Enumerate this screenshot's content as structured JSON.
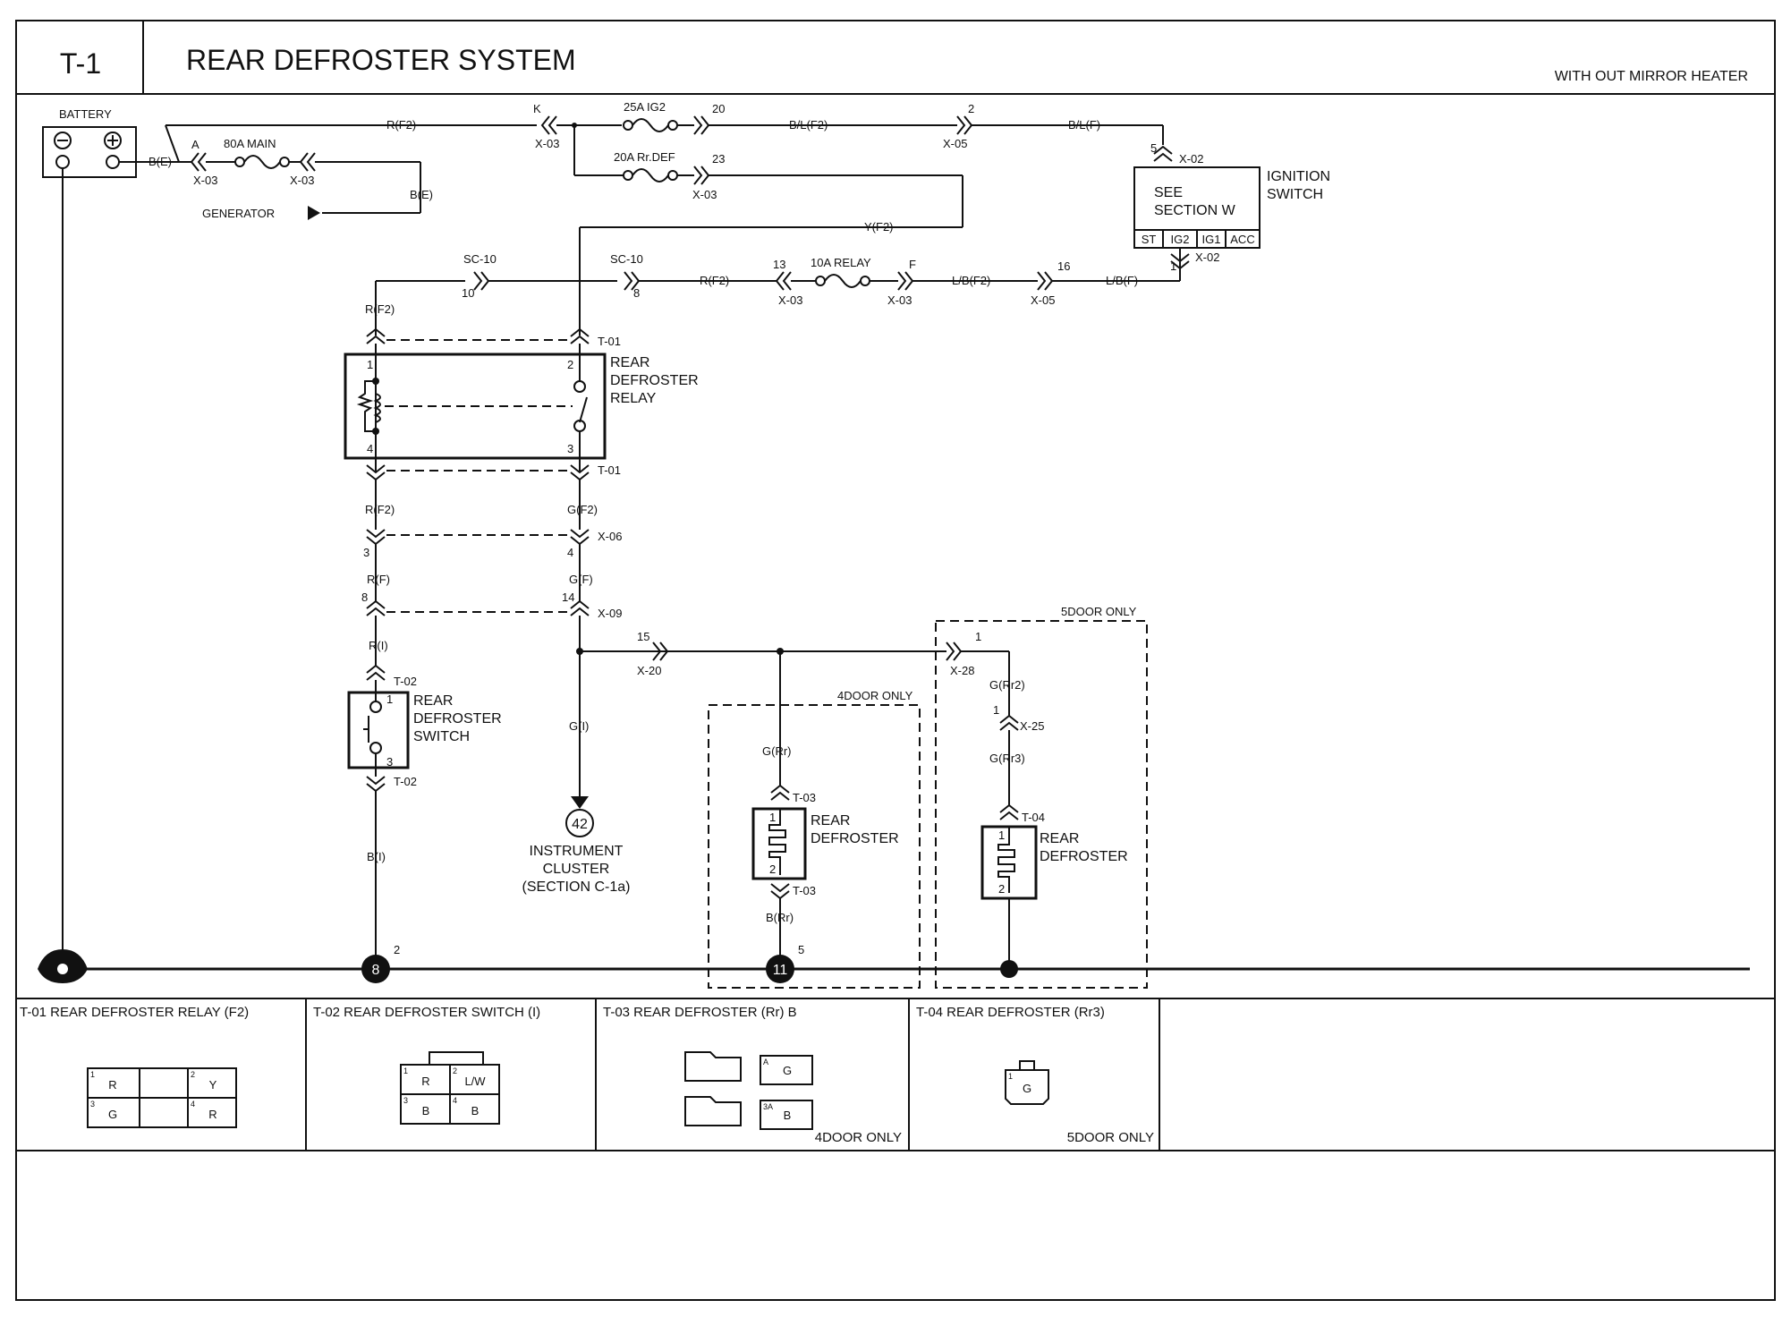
{
  "header": {
    "code": "T-1",
    "title": "REAR DEFROSTER SYSTEM",
    "note": "WITH OUT MIRROR HEATER"
  },
  "components": {
    "battery": "BATTERY",
    "fuse_main": "80A MAIN",
    "generator": "GENERATOR",
    "fuse_ig2": "25A IG2",
    "fuse_rrdef": "20A Rr.DEF",
    "fuse_relay": "10A RELAY",
    "ignition_switch": [
      "IGNITION",
      "SWITCH"
    ],
    "see_section": [
      "SEE",
      "SECTION W"
    ],
    "ign_positions": [
      "ST",
      "IG2",
      "IG1",
      "ACC"
    ],
    "relay": [
      "REAR",
      "DEFROSTER",
      "RELAY"
    ],
    "switch": [
      "REAR",
      "DEFROSTER",
      "SWITCH"
    ],
    "instrument": [
      "INSTRUMENT",
      "CLUSTER",
      "(SECTION C-1a)"
    ],
    "instrument_num": "42",
    "rear_def_4d": [
      "REAR",
      "DEFROSTER"
    ],
    "rear_def_5d": [
      "REAR",
      "DEFROSTER"
    ],
    "region_4door": "4DOOR ONLY",
    "region_5door": "5DOOR ONLY",
    "ground_8": "8",
    "ground_11": "11",
    "ground_pin_2": "2",
    "ground_pin_5": "5"
  },
  "wire_labels": {
    "r_f2_top": "R(F2)",
    "b_e_1": "B(E)",
    "b_e_2": "B(E)",
    "bl_f2": "B/L(F2)",
    "bl_f": "B/L(F)",
    "y_f2": "Y(F2)",
    "r_f2_mid": "R(F2)",
    "lb_f2": "L/B(F2)",
    "lb_f": "L/B(F)",
    "r_f2_left": "R(F2)",
    "r_f2_lower": "R(F2)",
    "g_f2": "G(F2)",
    "r_f": "R(F)",
    "g_f": "G(F)",
    "r_i": "R(I)",
    "b_i": "B(I)",
    "g_i": "G(I)",
    "g_rr": "G(Rr)",
    "b_rr": "B(Rr)",
    "g_rr2": "G(Rr2)",
    "g_rr3": "G(Rr3)"
  },
  "connector_labels": {
    "x03a": "X-03",
    "x03b": "X-03",
    "x03c": "X-03",
    "x03d": "X-03",
    "x03e": "X-03",
    "x03f": "X-03",
    "x05a": "X-05",
    "x05b": "X-05",
    "x02a": "X-02",
    "x02b": "X-02",
    "sc10a": "SC-10",
    "sc10b": "SC-10",
    "t01a": "T-01",
    "t01b": "T-01",
    "x06": "X-06",
    "x09": "X-09",
    "t02a": "T-02",
    "t02b": "T-02",
    "x20": "X-20",
    "x28": "X-28",
    "x25": "X-25",
    "t03a": "T-03",
    "t03b": "T-03",
    "t04": "T-04"
  },
  "pins": {
    "A": "A",
    "K": "K",
    "p20": "20",
    "p23": "23",
    "p2top": "2",
    "p5": "5",
    "p1ign": "1",
    "p10": "10",
    "p8sc": "8",
    "p13": "13",
    "F": "F",
    "p16": "16",
    "r1": "1",
    "r2": "2",
    "r3": "3",
    "r4": "4",
    "x06_3": "3",
    "x06_4": "4",
    "x09_8": "8",
    "x09_14": "14",
    "sw1": "1",
    "sw3": "3",
    "x20_15": "15",
    "x28_1": "1",
    "x25_1": "1",
    "d4_1": "1",
    "d4_2": "2",
    "d5_1": "1",
    "d5_2": "2"
  },
  "connector_views": [
    {
      "title": "T-01 REAR DEFROSTER RELAY (F2)",
      "cells": [
        "R",
        "Y",
        "G",
        "R"
      ],
      "pins": [
        "1",
        "2",
        "3",
        "4"
      ],
      "note": ""
    },
    {
      "title": "T-02 REAR DEFROSTER SWITCH (I)",
      "cells": [
        "R",
        "L/W",
        "B",
        "B"
      ],
      "pins": [
        "1",
        "2",
        "3",
        "4"
      ],
      "note": ""
    },
    {
      "title": "T-03 REAR DEFROSTER (Rr) B",
      "cells": [
        "G",
        "B"
      ],
      "pins": [
        "A",
        "3A"
      ],
      "note": "4DOOR ONLY"
    },
    {
      "title": "T-04 REAR DEFROSTER (Rr3)",
      "cells": [
        "G"
      ],
      "pins": [
        "1"
      ],
      "note": "5DOOR ONLY"
    }
  ]
}
